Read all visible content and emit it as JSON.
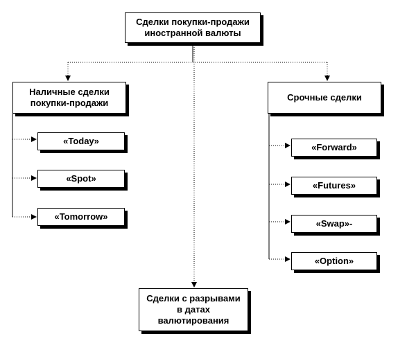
{
  "nodes": {
    "root": "Сделки покупки-продажи\nиностранной валюты",
    "cash": "Наличные сделки\nпокупки-продажи",
    "term": "Срочные сделки",
    "today": "«Today»",
    "spot": "«Spot»",
    "tomorrow": "«Tomorrow»",
    "forward": "«Forward»",
    "futures": "«Futures»",
    "swap": "«Swap»-",
    "option": "«Option»",
    "gap": "Сделки с разрывами\nв датах\nвалютирования"
  },
  "colors": {
    "line": "#000000",
    "box_border": "#000000",
    "shadow": "#000000",
    "background": "#ffffff"
  }
}
